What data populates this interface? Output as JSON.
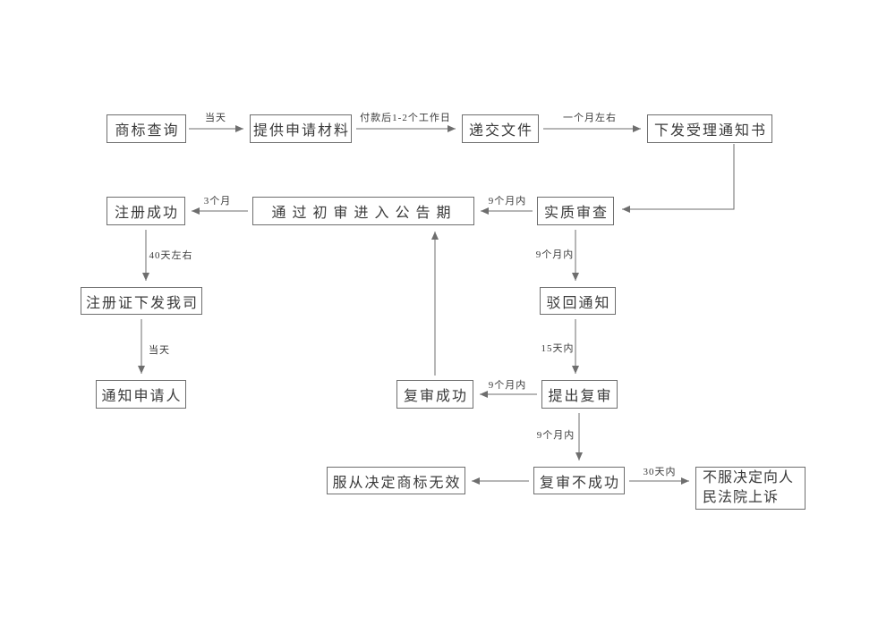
{
  "colors": {
    "line": "#6e6e6e",
    "text": "#3a3a3a",
    "bg": "#ffffff"
  },
  "diagram": {
    "nodes": {
      "trademark_search": {
        "label": "商标查询"
      },
      "provide_materials": {
        "label": "提供申请材料"
      },
      "submit_documents": {
        "label": "递交文件"
      },
      "acceptance_notice": {
        "label": "下发受理通知书"
      },
      "registration_success": {
        "label": "注册成功"
      },
      "preliminary_approval": {
        "label": "通过初审进入公告期"
      },
      "substantive_review": {
        "label": "实质审查"
      },
      "certificate_issued": {
        "label": "注册证下发我司"
      },
      "rejection_notice": {
        "label": "驳回通知"
      },
      "notify_applicant": {
        "label": "通知申请人"
      },
      "review_success": {
        "label": "复审成功"
      },
      "request_review": {
        "label": "提出复审"
      },
      "trademark_invalid": {
        "label": "服从决定商标无效"
      },
      "review_failed": {
        "label": "复审不成功"
      },
      "court_appeal": {
        "label": "不服决定向人民法院上诉"
      }
    },
    "edges": [
      {
        "from": "trademark_search",
        "to": "provide_materials",
        "label": "当天"
      },
      {
        "from": "provide_materials",
        "to": "submit_documents",
        "label": "付款后1-2个工作日"
      },
      {
        "from": "submit_documents",
        "to": "acceptance_notice",
        "label": "一个月左右"
      },
      {
        "from": "acceptance_notice",
        "to": "substantive_review",
        "label": ""
      },
      {
        "from": "substantive_review",
        "to": "preliminary_approval",
        "label": "9个月内"
      },
      {
        "from": "preliminary_approval",
        "to": "registration_success",
        "label": "3个月"
      },
      {
        "from": "registration_success",
        "to": "certificate_issued",
        "label": "40天左右"
      },
      {
        "from": "certificate_issued",
        "to": "notify_applicant",
        "label": "当天"
      },
      {
        "from": "substantive_review",
        "to": "rejection_notice",
        "label": "9个月内"
      },
      {
        "from": "rejection_notice",
        "to": "request_review",
        "label": "15天内"
      },
      {
        "from": "request_review",
        "to": "review_success",
        "label": "9个月内"
      },
      {
        "from": "review_success",
        "to": "preliminary_approval",
        "label": ""
      },
      {
        "from": "request_review",
        "to": "review_failed",
        "label": "9个月内"
      },
      {
        "from": "review_failed",
        "to": "trademark_invalid",
        "label": ""
      },
      {
        "from": "review_failed",
        "to": "court_appeal",
        "label": "30天内"
      }
    ]
  }
}
